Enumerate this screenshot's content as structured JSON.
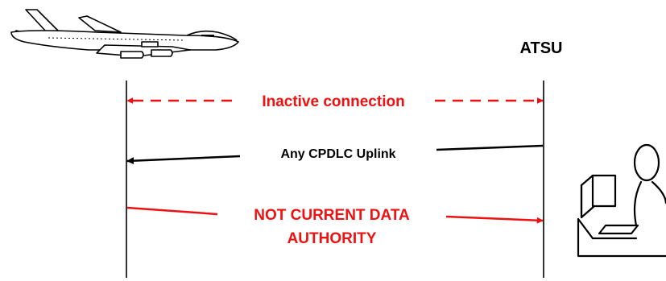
{
  "header": {
    "ground_label": "ATSU"
  },
  "messages": {
    "inactive": "Inactive connection",
    "uplink": "Any CPDLC Uplink",
    "error_line1": "NOT CURRENT DATA",
    "error_line2": "AUTHORITY"
  },
  "icons": {
    "aircraft": "airplane-icon",
    "controller": "air-traffic-controller-icon"
  },
  "colors": {
    "black": "#000000",
    "red": "#ee1111",
    "background": "#ffffff"
  }
}
